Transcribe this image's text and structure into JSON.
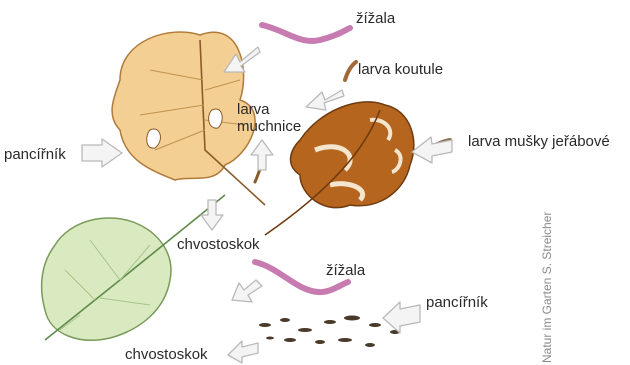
{
  "labels": {
    "zizala_top": "žížala",
    "larva_koutule": "larva koutule",
    "larva_muchnice": "larva\nmuchnice",
    "pancirnik_left": "pancířník",
    "larva_musky": "larva mušky jeřábové",
    "chvostoskok_mid": "chvostoskok",
    "zizala_bottom": "žížala",
    "pancirnik_bottom": "pancířník",
    "chvostoskok_bottom": "chvostoskok"
  },
  "credit": "Natur im Garten S. Streicher",
  "colors": {
    "leaf_yellow": "#f3cf93",
    "leaf_brown": "#b5651d",
    "leaf_green": "#d9eac0",
    "worm": "#c77bb0",
    "arrow_fill": "#f4f4f4",
    "arrow_stroke": "#b9b9b9"
  }
}
